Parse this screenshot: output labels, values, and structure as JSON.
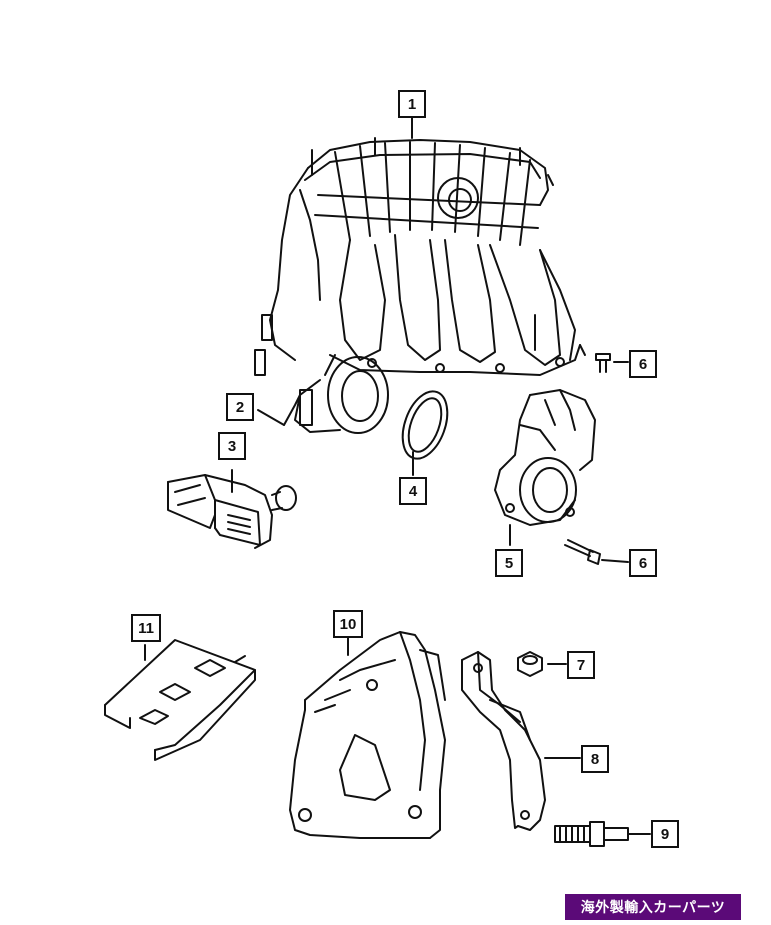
{
  "callouts": [
    {
      "id": "1",
      "part": "intake-manifold"
    },
    {
      "id": "2",
      "part": "sensor-stud"
    },
    {
      "id": "3",
      "part": "map-sensor"
    },
    {
      "id": "4",
      "part": "throttle-body-gasket"
    },
    {
      "id": "5",
      "part": "throttle-body"
    },
    {
      "id": "6",
      "part": "bolt"
    },
    {
      "id": "6",
      "part": "bolt"
    },
    {
      "id": "7",
      "part": "nut"
    },
    {
      "id": "8",
      "part": "support-bracket"
    },
    {
      "id": "9",
      "part": "stud"
    },
    {
      "id": "10",
      "part": "manifold-bracket"
    },
    {
      "id": "11",
      "part": "insulator-pad"
    }
  ],
  "watermark": {
    "text": "海外製輸入カーパーツ",
    "color": "#5b0a78"
  },
  "colors": {
    "line": "#111111",
    "background": "#ffffff"
  }
}
